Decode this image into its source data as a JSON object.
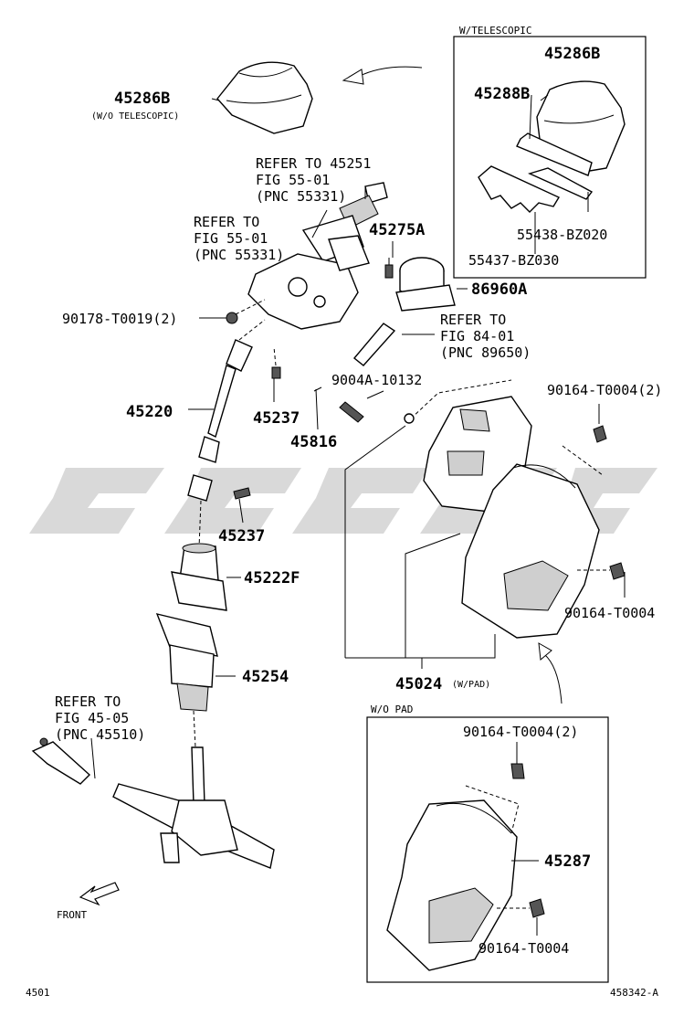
{
  "labels": {
    "w_telescopic_box": "W/TELESCOPIC",
    "p45286B_left": "45286B",
    "wo_telescopic": "(W/O TELESCOPIC)",
    "p45286B_right": "45286B",
    "p45288B": "45288B",
    "p55438": "55438-BZ020",
    "p55437": "55437-BZ030",
    "refer1_a": "REFER TO 45251",
    "refer1_b": "FIG 55-01",
    "refer1_c": "(PNC 55331)",
    "refer2_a": "REFER TO",
    "refer2_b": "FIG 55-01",
    "refer2_c": "(PNC 55331)",
    "p45275A": "45275A",
    "p86960A": "86960A",
    "p90178": "90178-T0019(2)",
    "refer3_a": "REFER TO",
    "refer3_b": "FIG 84-01",
    "refer3_c": "(PNC 89650)",
    "p9004A": "9004A-10132",
    "p45220": "45220",
    "p45237_a": "45237",
    "p45816": "45816",
    "p90164_top": "90164-T0004(2)",
    "p45237_b": "45237",
    "p45222F": "45222F",
    "p90164_mid": "90164-T0004",
    "p45254": "45254",
    "p45024": "45024",
    "w_pad": "(W/PAD)",
    "refer4_a": "REFER TO",
    "refer4_b": "FIG 45-05",
    "refer4_c": "(PNC 45510)",
    "wo_pad_box": "W/O PAD",
    "p90164_box": "90164-T0004(2)",
    "p45287": "45287",
    "p90164_bottom": "90164-T0004",
    "front": "FRONT",
    "page_code": "4501",
    "figure_code": "458342-A"
  },
  "icons": {
    "front_arrow": "front-arrow-icon",
    "curved_arrow_top": "curved-arrow-icon",
    "curved_arrow_bottom": "curved-arrow-icon",
    "watermark": "watermark-logo"
  }
}
